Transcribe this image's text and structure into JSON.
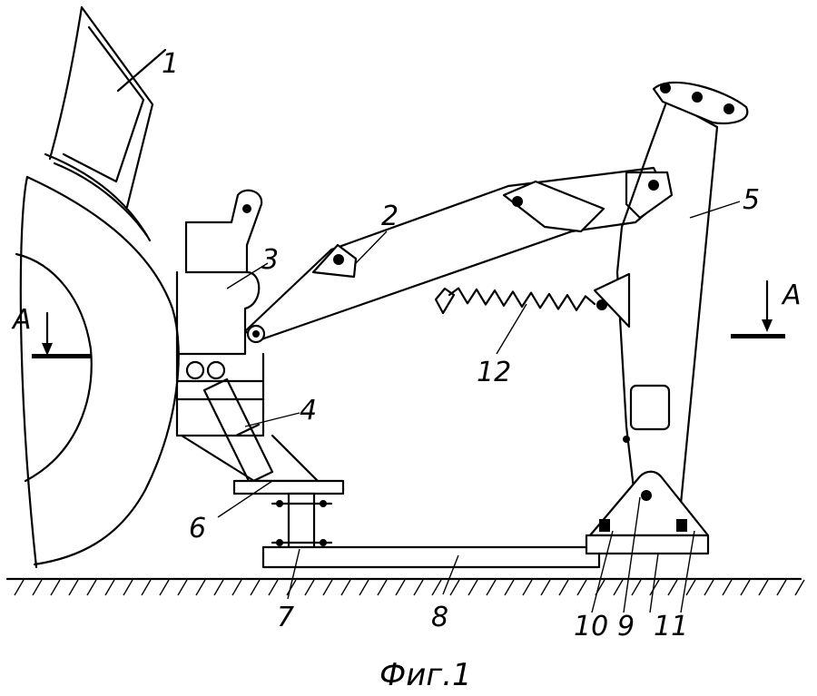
{
  "figure": {
    "caption": "Фиг.1",
    "section_marker": "А",
    "labels": {
      "p1": "1",
      "p2": "2",
      "p3": "3",
      "p4": "4",
      "p5": "5",
      "p6": "6",
      "p7": "7",
      "p8": "8",
      "p9": "9",
      "p10": "10",
      "p11": "11",
      "p12": "12"
    }
  }
}
